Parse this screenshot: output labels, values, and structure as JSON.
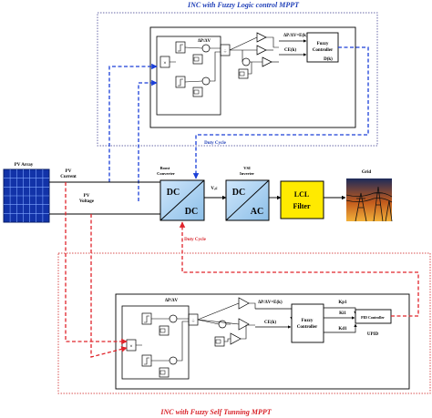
{
  "title_top": "INC with Fuzzy Logic control MPPT",
  "title_bottom": "INC with Fuzzy Self Tunning MPPT",
  "pv": {
    "array_label": "PV Array",
    "current_label_1": "PV",
    "current_label_2": "Current",
    "voltage_label_1": "PV",
    "voltage_label_2": "Voltage"
  },
  "converter": {
    "boost_label_1": "Boost",
    "boost_label_2": "Converter",
    "dc_top": "DC",
    "dc_bottom": "DC",
    "vdc_label": "Vₒc"
  },
  "inverter": {
    "title_1": "VSI",
    "title_2": "Inverter",
    "dc": "DC",
    "ac": "AC"
  },
  "filter": {
    "line1": "LCL",
    "line2": "Filter"
  },
  "grid": {
    "label": "Grid"
  },
  "duty_cycle": {
    "top": "Duty Cycle",
    "bottom": "Duty Cycle"
  },
  "top_mppt": {
    "dp_dv": "ΔP/ΔV",
    "eq": "ΔP/ΔV=E(k)",
    "ce": "CE(k)",
    "fuzzy_1": "Fuzzy",
    "fuzzy_2": "Controller",
    "output": "D(k)"
  },
  "bottom_mppt": {
    "dp_dv": "ΔP/ΔV",
    "eq": "ΔP/ΔV=E(k)",
    "ce": "CE(k)",
    "fuzzy_1": "Fuzzy",
    "fuzzy_2": "Controller",
    "kp": "Kp1",
    "ki": "Ki1",
    "kd": "Kd1",
    "pid": "PID Controller",
    "upid": "UPID"
  },
  "colors": {
    "top_dash": "#1a3fd8",
    "bottom_dash": "#e0242b",
    "top_box": "#6a6aa8",
    "bottom_box": "#d85050",
    "filter_yellow": "#ffea00",
    "converter_blue": "#a9cff0",
    "title_blue": "#1f3fb8",
    "title_red": "#d8232a"
  }
}
